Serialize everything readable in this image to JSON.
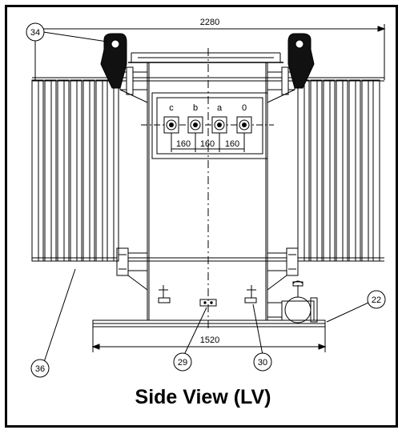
{
  "dimensions": {
    "overall_width": "2280",
    "base_width": "1520",
    "bushing_spacing_1": "160",
    "bushing_spacing_2": "160",
    "bushing_spacing_3": "160"
  },
  "bushing_labels": [
    "c",
    "b",
    "a",
    "0"
  ],
  "callouts": {
    "lifting_lug": "34",
    "radiator": "36",
    "item_29": "29",
    "item_30": "30",
    "valve": "22"
  },
  "caption": "Side View (LV)"
}
